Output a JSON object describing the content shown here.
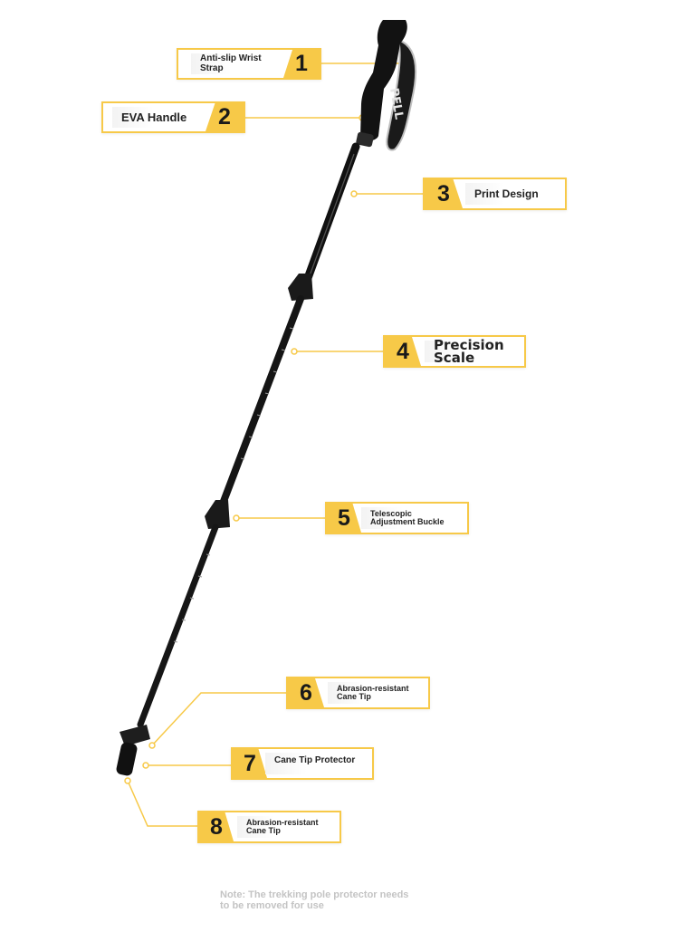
{
  "labels": [
    {
      "num": "1",
      "text": "Anti-slip Wrist Strap"
    },
    {
      "num": "2",
      "text": "EVA Handle"
    },
    {
      "num": "3",
      "text": "Print Design"
    },
    {
      "num": "4",
      "text": "Precision Scale"
    },
    {
      "num": "5",
      "text": "Telescopic Adjustment Buckle"
    },
    {
      "num": "6",
      "text": "Abrasion-resistant Cane Tip"
    },
    {
      "num": "7",
      "text": "Cane Tip Protector"
    },
    {
      "num": "8",
      "text": "Abrasion-resistant Cane Tip"
    }
  ],
  "note": "Note: The trekking pole protector needs to be removed for use",
  "brand_text": "PELL",
  "colors": {
    "accent": "#f7c948",
    "pole": "#111111",
    "note": "#c4c4c4"
  }
}
